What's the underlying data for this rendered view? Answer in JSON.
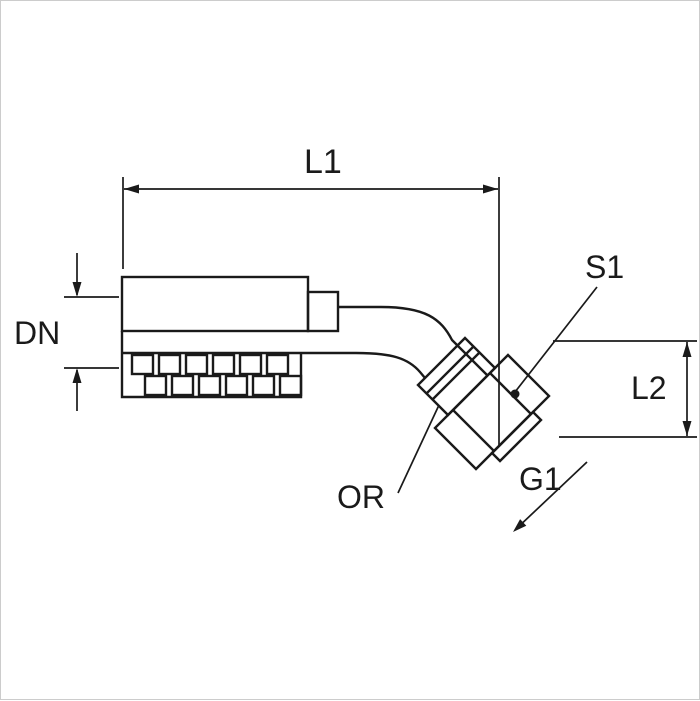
{
  "figure": {
    "labels": {
      "l1": "L1",
      "dn": "DN",
      "s1": "S1",
      "l2": "L2",
      "or": "OR",
      "g1": "G1"
    },
    "colors": {
      "line": "#1a1a1a",
      "background": "#ffffff",
      "border": "#cccccc"
    }
  }
}
